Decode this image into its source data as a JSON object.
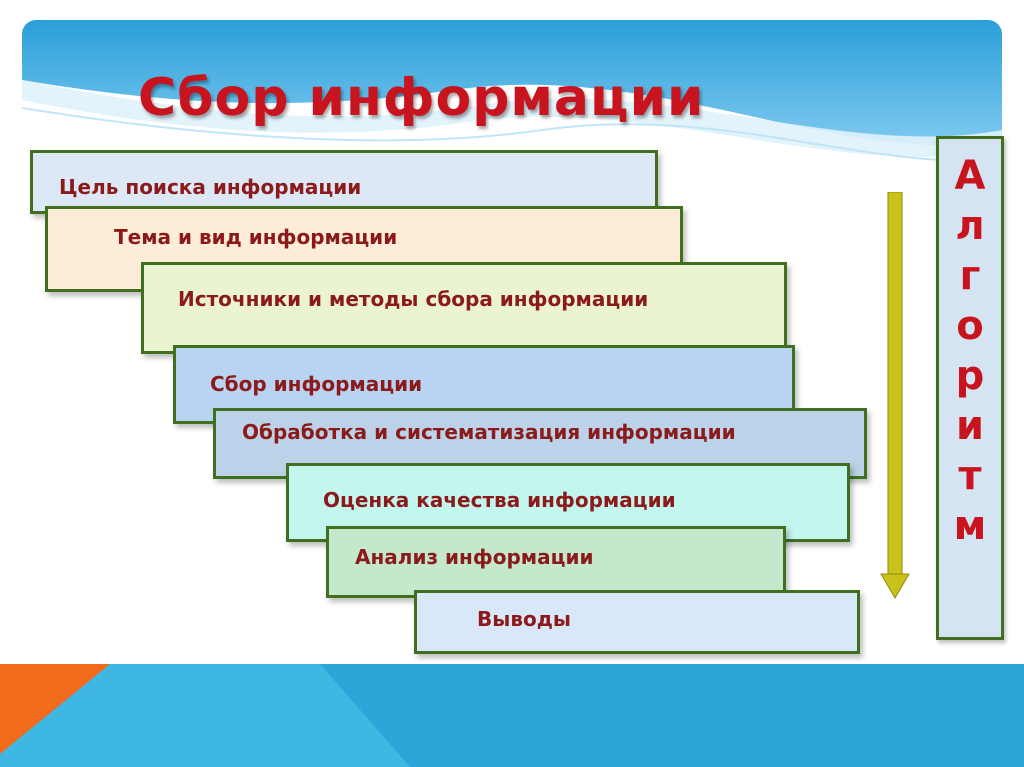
{
  "title": "Сбор информации",
  "steps": [
    "Цель поиска информации",
    "Тема и вид информации",
    "Источники и методы сбора информации",
    "Сбор информации",
    "Обработка и систематизация информации",
    "Оценка качества информации",
    "Анализ информации",
    "Выводы"
  ],
  "side_label": [
    "А",
    "л",
    "г",
    "о",
    "р",
    "и",
    "т",
    "м"
  ],
  "colors": {
    "title": "#c8141e",
    "step_text": "#8b1a1a",
    "border": "#3f6f1f",
    "arrow": "#c9c21a",
    "footer_blue": "#2aa6d8",
    "footer_orange": "#f26a1b"
  }
}
